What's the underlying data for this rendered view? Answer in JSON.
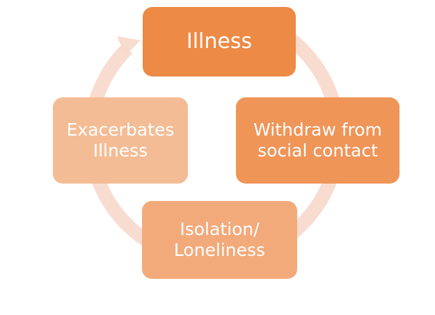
{
  "diagram": {
    "nodes": [
      {
        "id": "illness",
        "label": "Illness",
        "color": "#ED8A45"
      },
      {
        "id": "withdraw",
        "label": "Withdraw from\nsocial contact",
        "color": "#EF9558"
      },
      {
        "id": "isolation",
        "label": "Isolation/\nLoneliness",
        "color": "#F2AA7A"
      },
      {
        "id": "exacerbates",
        "label": "Exacerbates\nIllness",
        "color": "#F4BC95"
      }
    ],
    "cycle_arrow_color": "#F8D8CB"
  }
}
